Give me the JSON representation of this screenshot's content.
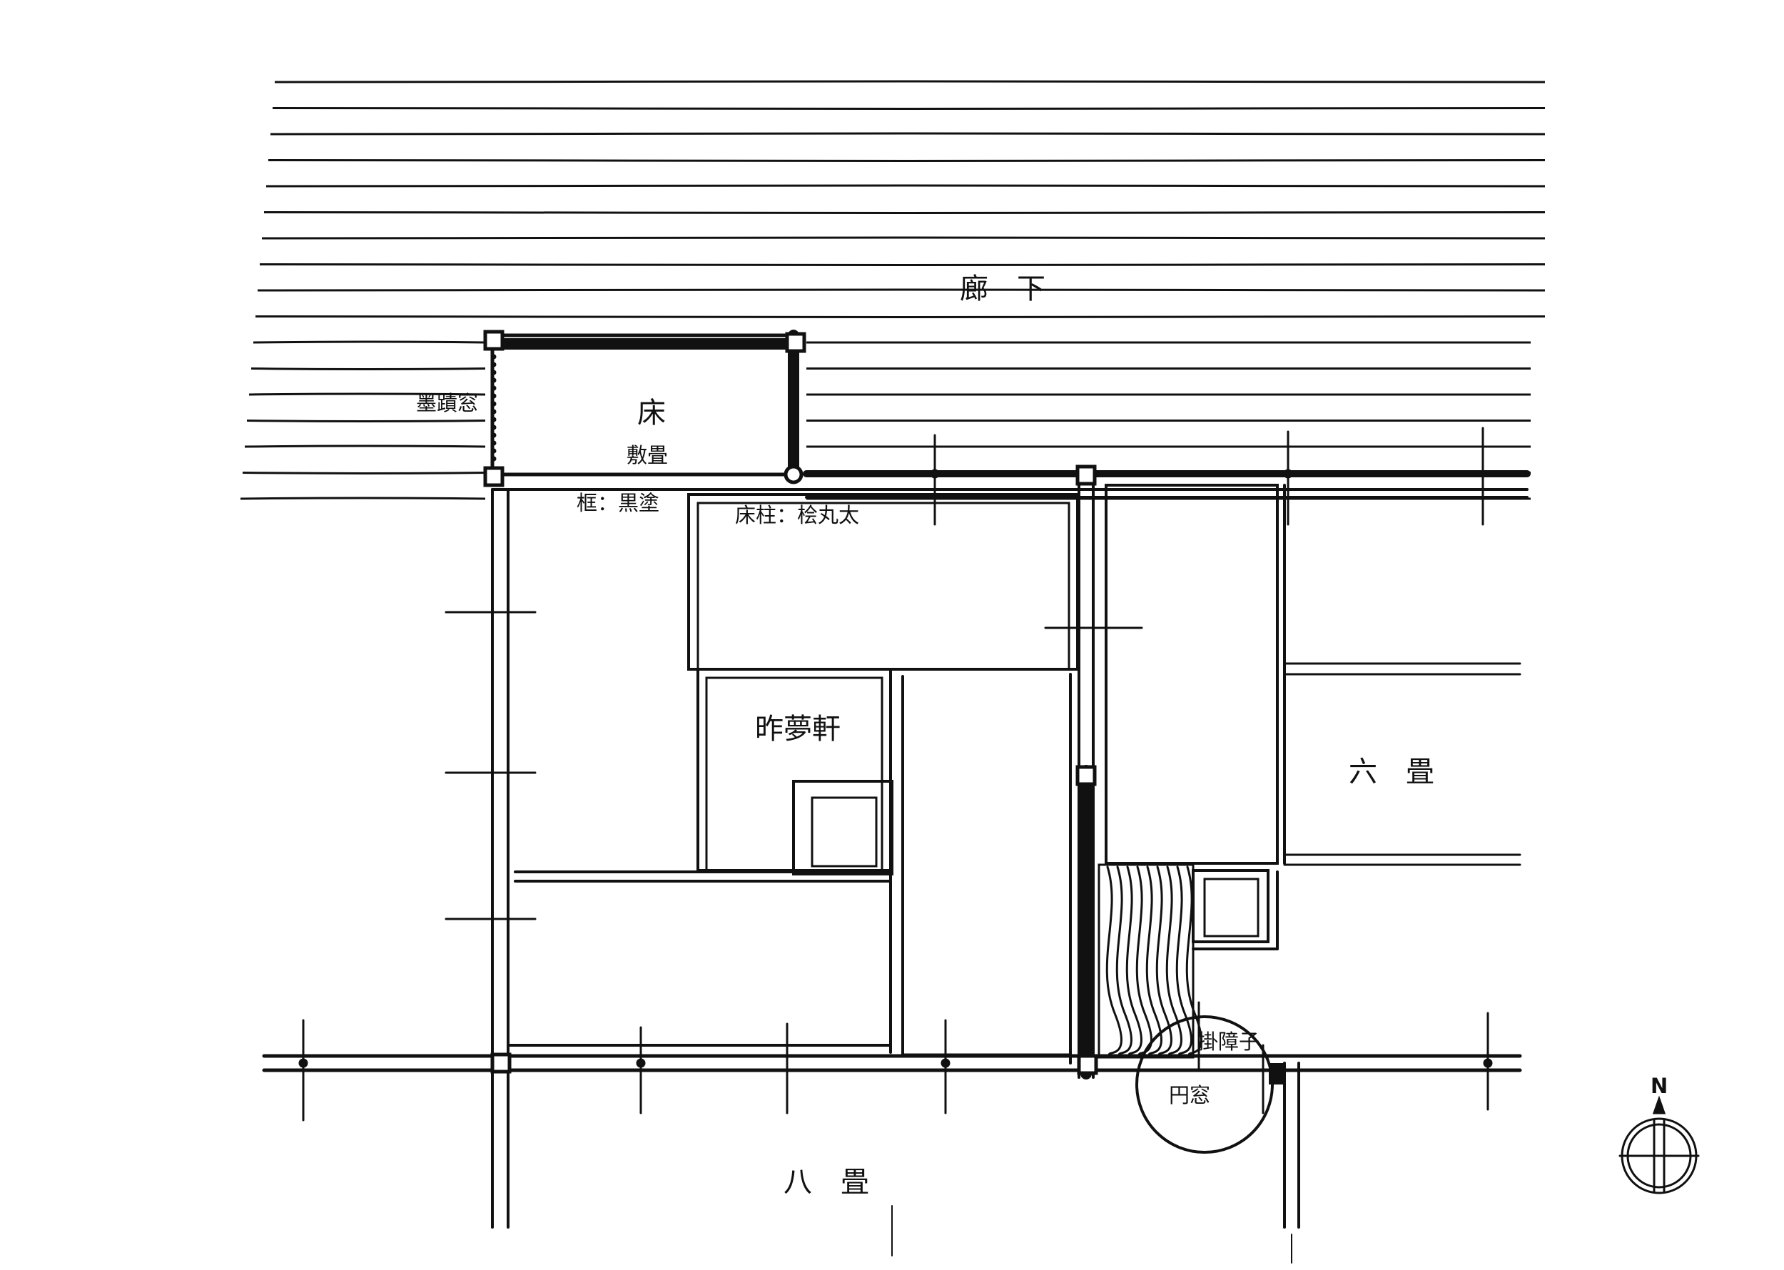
{
  "labels": {
    "corridor": "廊　下",
    "tokonoma": "床",
    "bokusekimado": "墨蹟窓",
    "shikitatami": "敷畳",
    "kamachi": "框：黒塗",
    "tokobashira": "床柱：桧丸太",
    "room_name": "昨夢軒",
    "six_tatami": "六　畳",
    "eight_tatami": "八　畳",
    "kakeshoji": "掛障子",
    "enso": "円窓",
    "north": "N"
  },
  "colors": {
    "ink": "#111111",
    "paper": "#ffffff"
  }
}
